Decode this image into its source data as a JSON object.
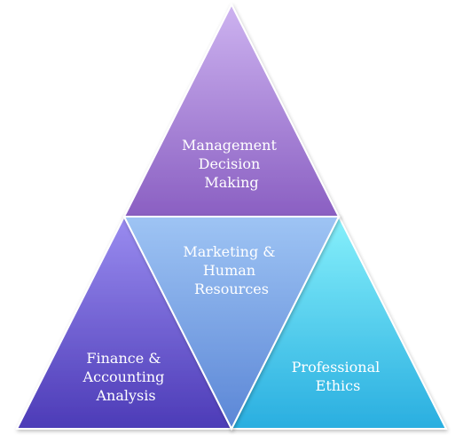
{
  "segments": {
    "top": {
      "lines": [
        "Management",
        "Decision",
        "Making"
      ],
      "color_light": "#cdb3f0",
      "color_dark": "#8a5fc2"
    },
    "middle": {
      "lines": [
        "Marketing &",
        "Human",
        "Resources"
      ],
      "color_light": "#9ec4f4",
      "color_dark": "#5b86d6"
    },
    "left": {
      "lines": [
        "Finance &",
        "Accounting",
        "Analysis"
      ],
      "color_light": "#9a8cf0",
      "color_dark": "#4c3bb7"
    },
    "right": {
      "lines": [
        "Professional",
        "Ethics"
      ],
      "color_light": "#86f0fb",
      "color_dark": "#29aee0"
    }
  }
}
